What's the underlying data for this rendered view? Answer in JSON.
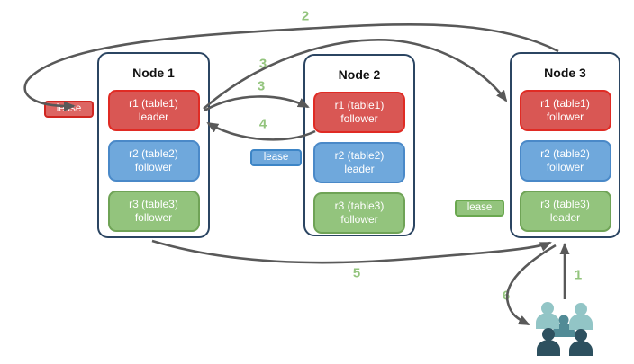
{
  "nodes": [
    {
      "title": "Node 1",
      "replicas": [
        {
          "name": "r1 (table1)",
          "role": "leader",
          "color": "red"
        },
        {
          "name": "r2 (table2)",
          "role": "follower",
          "color": "blue"
        },
        {
          "name": "r3 (table3)",
          "role": "follower",
          "color": "green"
        }
      ]
    },
    {
      "title": "Node 2",
      "replicas": [
        {
          "name": "r1 (table1)",
          "role": "follower",
          "color": "red"
        },
        {
          "name": "r2 (table2)",
          "role": "leader",
          "color": "blue"
        },
        {
          "name": "r3 (table3)",
          "role": "follower",
          "color": "green"
        }
      ]
    },
    {
      "title": "Node 3",
      "replicas": [
        {
          "name": "r1 (table1)",
          "role": "follower",
          "color": "red"
        },
        {
          "name": "r2 (table2)",
          "role": "follower",
          "color": "blue"
        },
        {
          "name": "r3 (table3)",
          "role": "leader",
          "color": "green"
        }
      ]
    }
  ],
  "leases": [
    {
      "label": "lease",
      "color": "red"
    },
    {
      "label": "lease",
      "color": "blue"
    },
    {
      "label": "lease",
      "color": "green"
    }
  ],
  "steps": {
    "s1": "1",
    "s2": "2",
    "s3a": "3",
    "s3b": "3",
    "s4": "4",
    "s5": "5",
    "s6": "6"
  },
  "colors": {
    "replica_red": "#d95754",
    "replica_red_border": "#e02b24",
    "replica_blue": "#6fa8dc",
    "replica_blue_border": "#4a89c8",
    "replica_green": "#93c47d",
    "replica_green_border": "#6fa356",
    "node_border": "#2b4562",
    "arrow": "#595959",
    "step_label": "#93c47d",
    "users_light": "#92c5c6",
    "users_mid": "#518b96",
    "users_dark": "#2d505f"
  },
  "icons": {
    "users": "users-group-icon"
  }
}
